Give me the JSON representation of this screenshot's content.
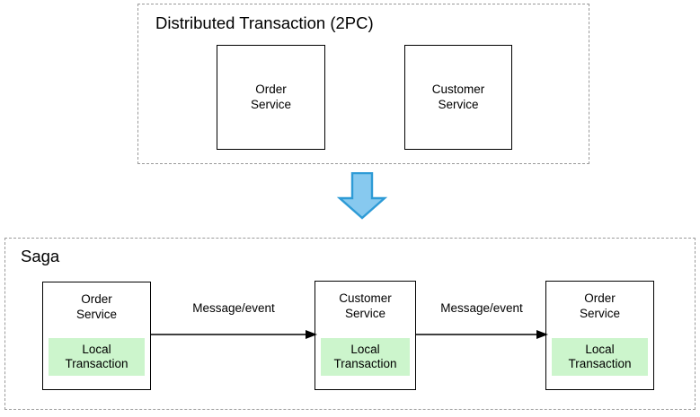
{
  "diagram": {
    "type": "flow-diagram",
    "background": "#ffffff",
    "groups": [
      {
        "id": "distributed-transaction",
        "title": "Distributed Transaction (2PC)",
        "border_style": "dashed",
        "border_color": "#9a9a9a",
        "nodes": [
          {
            "id": "order-service",
            "label": "Order\nService",
            "fill": "#ffffff",
            "border": "#000000"
          },
          {
            "id": "customer-service",
            "label": "Customer\nService",
            "fill": "#ffffff",
            "border": "#000000"
          }
        ]
      },
      {
        "id": "saga",
        "title": "Saga",
        "border_style": "dashed",
        "border_color": "#9a9a9a",
        "nodes": [
          {
            "id": "saga-order-service-1",
            "label": "Order\nService",
            "inner_label": "Local\nTransaction",
            "inner_fill": "#ccf5cc"
          },
          {
            "id": "saga-customer-service",
            "label": "Customer\nService",
            "inner_label": "Local\nTransaction",
            "inner_fill": "#ccf5cc"
          },
          {
            "id": "saga-order-service-2",
            "label": "Order\nService",
            "inner_label": "Local\nTransaction",
            "inner_fill": "#ccf5cc"
          }
        ],
        "connectors": [
          {
            "id": "connector-1",
            "label": "Message/event",
            "from": "saga-order-service-1",
            "to": "saga-customer-service",
            "color": "#000000"
          },
          {
            "id": "connector-2",
            "label": "Message/event",
            "from": "saga-customer-service",
            "to": "saga-order-service-2",
            "color": "#000000"
          }
        ]
      }
    ],
    "flow_arrow": {
      "id": "transition-arrow",
      "direction": "down",
      "fill": "#87c9ef",
      "border": "#2e9bd6",
      "from_group": "distributed-transaction",
      "to_group": "saga"
    }
  }
}
